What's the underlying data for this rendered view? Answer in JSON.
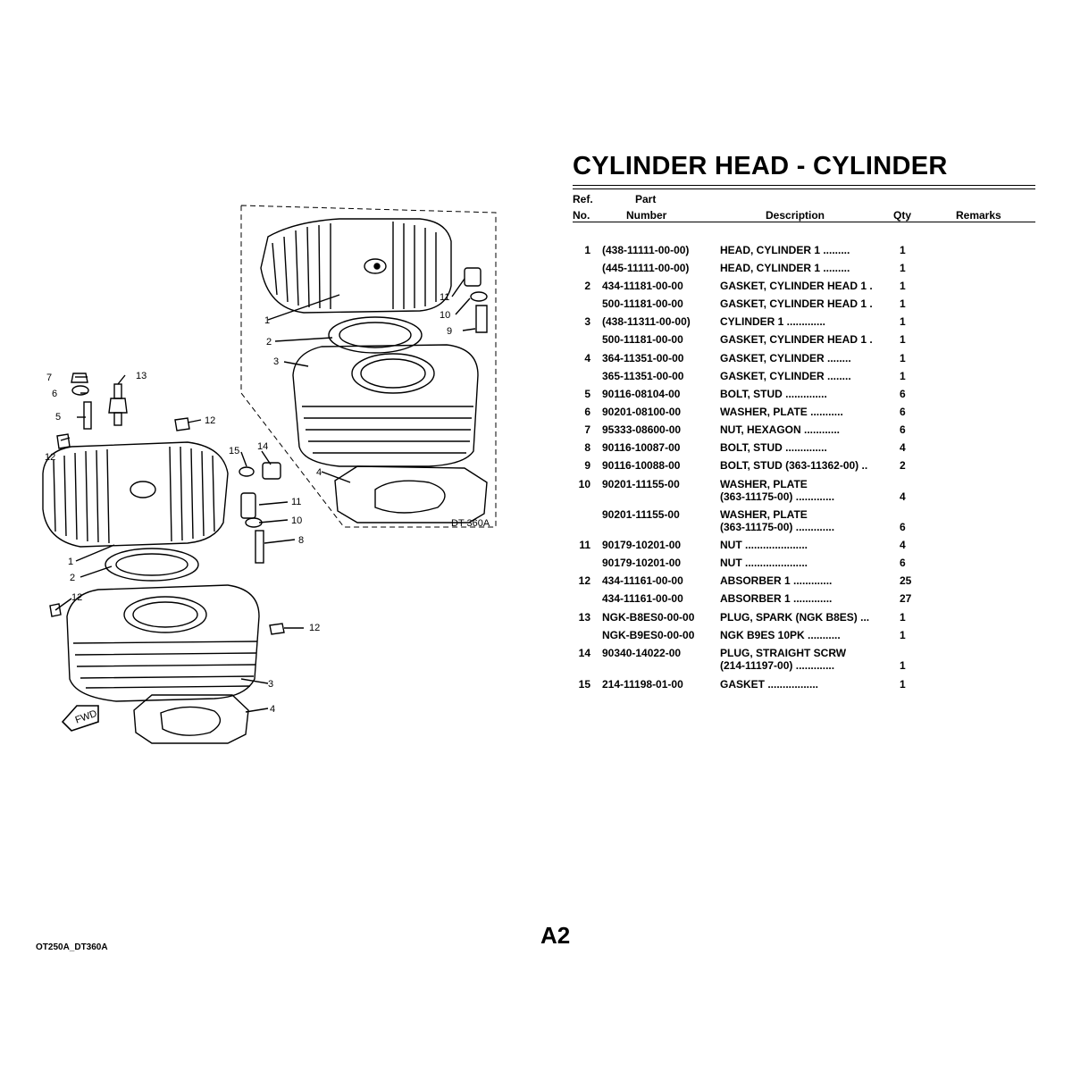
{
  "title": "CYLINDER HEAD - CYLINDER",
  "headers": {
    "ref_line1": "Ref.",
    "ref_line2": "No.",
    "part_line1": "Part",
    "part_line2": "Number",
    "description": "Description",
    "qty": "Qty",
    "remarks": "Remarks"
  },
  "rows": [
    {
      "ref": "1",
      "part": "(438-11111-00-00)",
      "desc": "HEAD, CYLINDER 1 .........",
      "qty": "1"
    },
    {
      "ref": "",
      "part": "(445-11111-00-00)",
      "desc": "HEAD, CYLINDER 1 .........",
      "qty": "1"
    },
    {
      "ref": "2",
      "part": "434-11181-00-00",
      "desc": "GASKET, CYLINDER HEAD 1  .",
      "qty": "1"
    },
    {
      "ref": "",
      "part": "500-11181-00-00",
      "desc": "GASKET, CYLINDER HEAD 1  .",
      "qty": "1"
    },
    {
      "ref": "3",
      "part": "(438-11311-00-00)",
      "desc": "CYLINDER 1   .............",
      "qty": "1"
    },
    {
      "ref": "",
      "part": "500-11181-00-00",
      "desc": "GASKET, CYLINDER HEAD 1  .",
      "qty": "1"
    },
    {
      "ref": "4",
      "part": "364-11351-00-00",
      "desc": "GASKET, CYLINDER  ........",
      "qty": "1"
    },
    {
      "ref": "",
      "part": "365-11351-00-00",
      "desc": "GASKET, CYLINDER  ........",
      "qty": "1"
    },
    {
      "ref": "5",
      "part": "90116-08104-00",
      "desc": "BOLT, STUD   ..............",
      "qty": "6"
    },
    {
      "ref": "6",
      "part": "90201-08100-00",
      "desc": "WASHER, PLATE ...........",
      "qty": "6"
    },
    {
      "ref": "7",
      "part": "95333-08600-00",
      "desc": "NUT, HEXAGON ............",
      "qty": "6"
    },
    {
      "ref": "8",
      "part": "90116-10087-00",
      "desc": "BOLT, STUD   ..............",
      "qty": "4"
    },
    {
      "ref": "9",
      "part": "90116-10088-00",
      "desc": "BOLT, STUD (363-11362-00)  ..",
      "qty": "2"
    },
    {
      "ref": "10",
      "part": "90201-11155-00",
      "desc": "WASHER, PLATE",
      "desc2": "(363-11175-00) .............",
      "qty": "4"
    },
    {
      "ref": "",
      "part": "90201-11155-00",
      "desc": "WASHER, PLATE",
      "desc2": "(363-11175-00) .............",
      "qty": "6"
    },
    {
      "ref": "11",
      "part": "90179-10201-00",
      "desc": "NUT  .....................",
      "qty": "4"
    },
    {
      "ref": "",
      "part": "90179-10201-00",
      "desc": "NUT  .....................",
      "qty": "6"
    },
    {
      "ref": "12",
      "part": "434-11161-00-00",
      "desc": "ABSORBER 1    .............",
      "qty": "25"
    },
    {
      "ref": "",
      "part": "434-11161-00-00",
      "desc": "ABSORBER 1    .............",
      "qty": "27"
    },
    {
      "ref": "13",
      "part": "NGK-B8ES0-00-00",
      "desc": "PLUG, SPARK (NGK B8ES)  ...",
      "qty": "1"
    },
    {
      "ref": "",
      "part": "NGK-B9ES0-00-00",
      "desc": "NGK B9ES 10PK  ...........",
      "qty": "1"
    },
    {
      "ref": "14",
      "part": "90340-14022-00",
      "desc": "PLUG, STRAIGHT SCRW",
      "desc2": "(214-11197-00) .............",
      "qty": "1"
    },
    {
      "ref": "15",
      "part": "214-11198-01-00",
      "desc": "GASKET   .................",
      "qty": "1"
    }
  ],
  "diagram": {
    "model_label": "DT 360A",
    "fwd_label": "FWD",
    "callouts_top": [
      "1",
      "2",
      "3",
      "4",
      "9",
      "10",
      "11"
    ],
    "callouts_bottom": [
      "1",
      "2",
      "3",
      "4",
      "5",
      "6",
      "7",
      "8",
      "10",
      "11",
      "12",
      "12",
      "12",
      "12",
      "13",
      "14",
      "15"
    ]
  },
  "footer": {
    "left": "OT250A_DT360A",
    "center": "A2"
  }
}
